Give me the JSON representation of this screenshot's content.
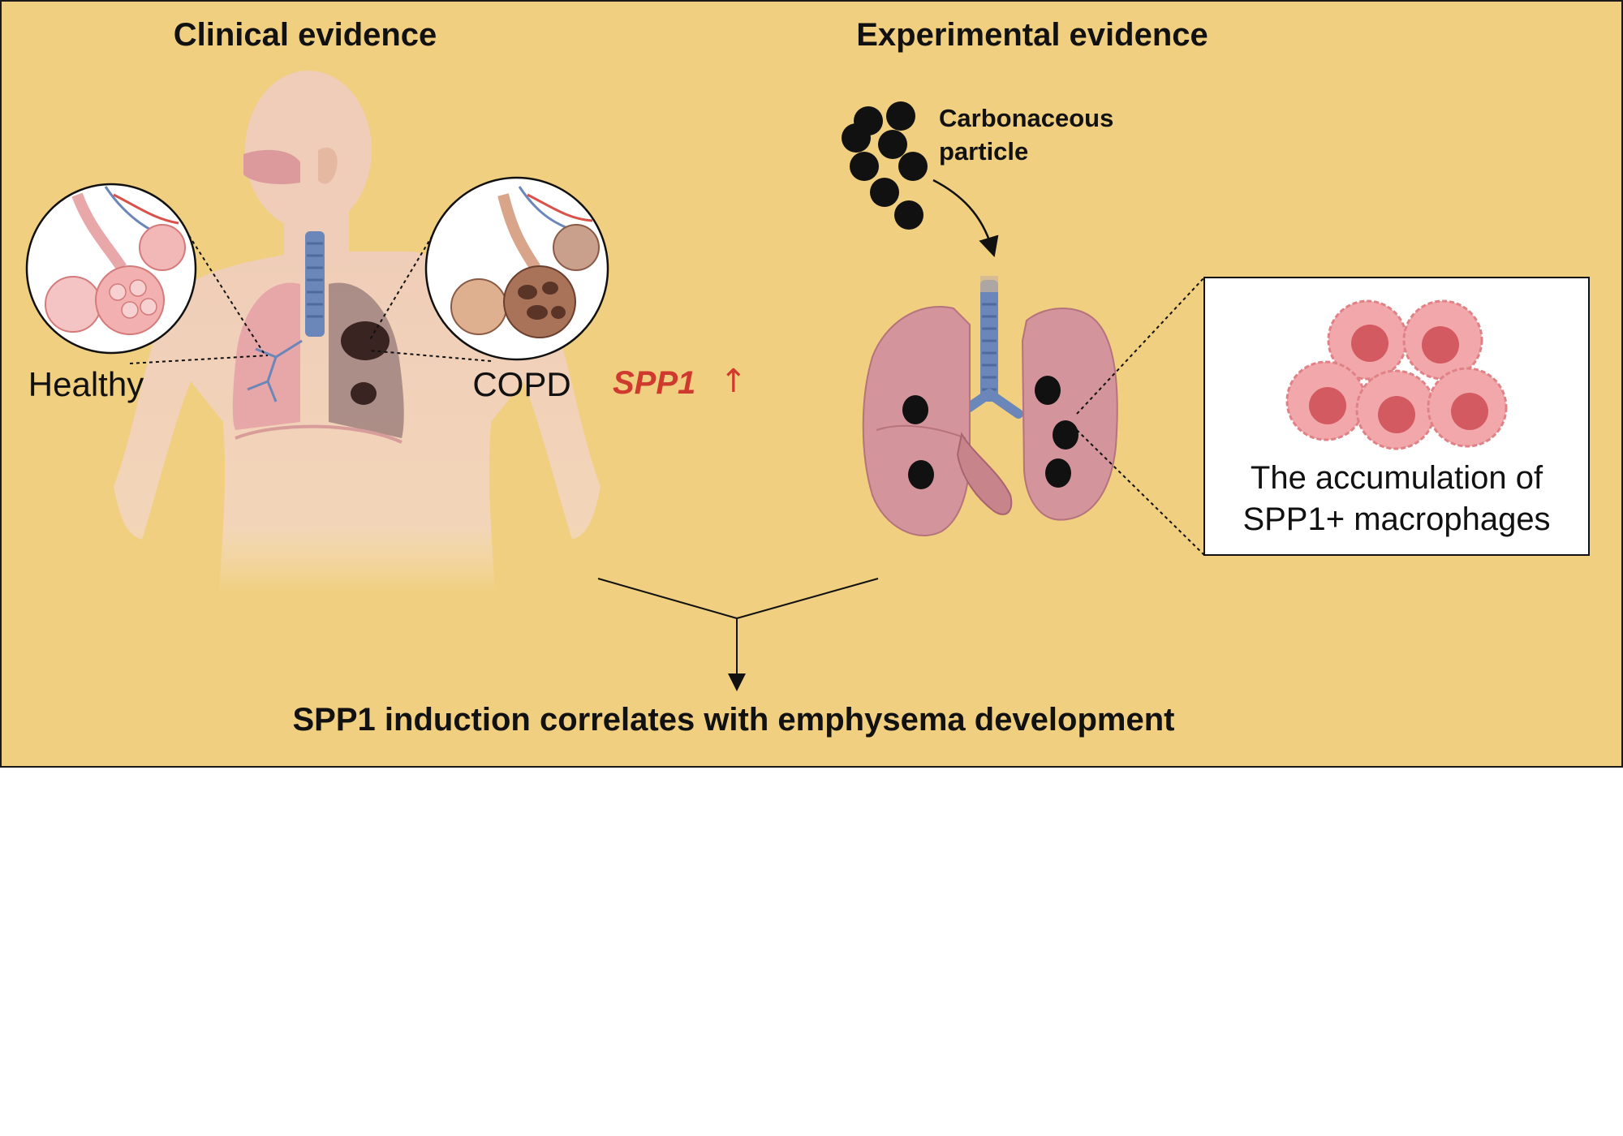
{
  "panel": {
    "background_color": "#f0cf80",
    "border_color": "#1a1a1a"
  },
  "clinical": {
    "title": "Clinical evidence",
    "healthy_label": "Healthy",
    "copd_label": "COPD",
    "gene": "SPP1",
    "gene_arrow": "↑",
    "gene_color": "#cf3a2f"
  },
  "experimental": {
    "title": "Experimental evidence",
    "particle_label_line1": "Carbonaceous",
    "particle_label_line2": "particle",
    "box_line1": "The accumulation of",
    "box_line2": "SPP1+ macrophages"
  },
  "conclusion": {
    "text": "SPP1 induction correlates with emphysema development"
  },
  "icons": [
    "human-torso-icon",
    "healthy-alveoli-icon",
    "copd-alveoli-icon",
    "carbon-particle-icon",
    "mouse-lung-icon",
    "macrophage-icon"
  ]
}
